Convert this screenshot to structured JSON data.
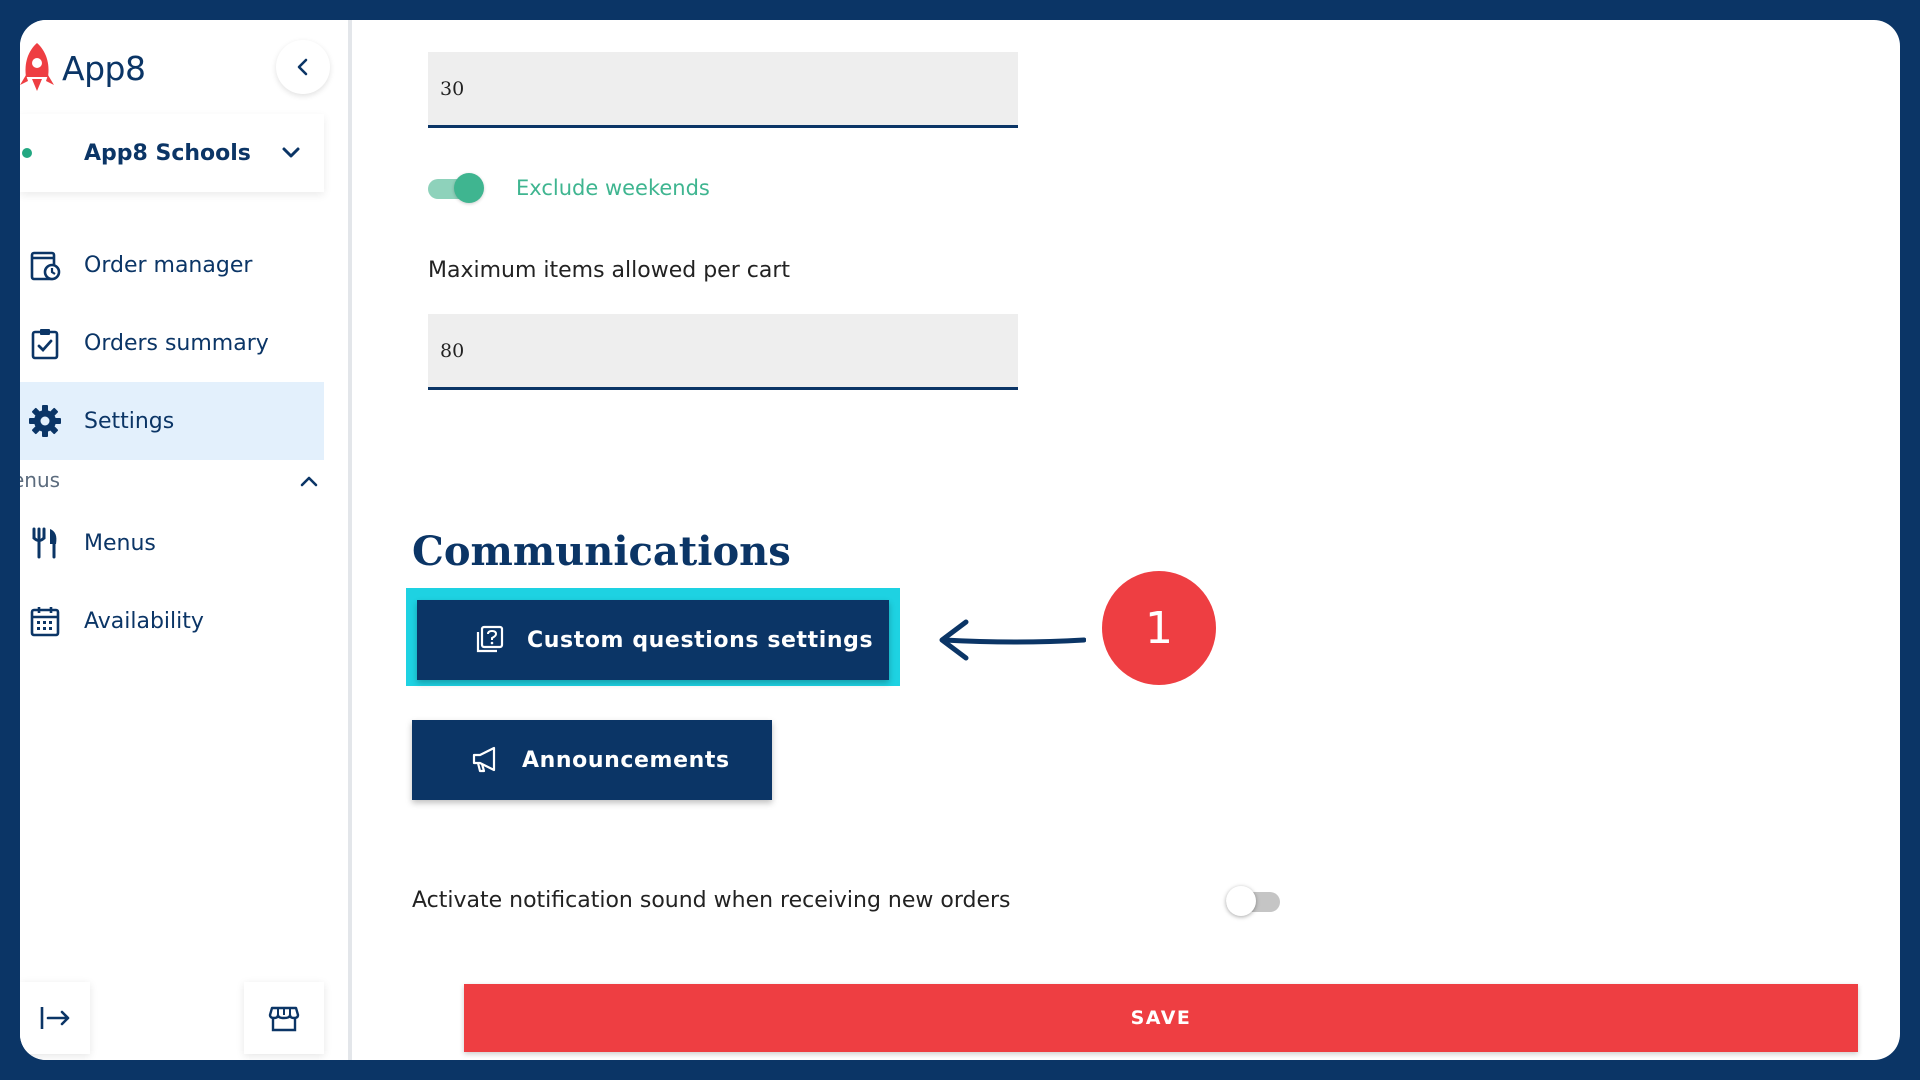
{
  "app": {
    "name": "App8"
  },
  "org": {
    "name": "App8 Schools"
  },
  "sidebar": {
    "items": [
      {
        "label": "Order manager",
        "icon": "order-manager-icon",
        "active": false
      },
      {
        "label": "Orders summary",
        "icon": "clipboard-check-icon",
        "active": false
      },
      {
        "label": "Settings",
        "icon": "gear-icon",
        "active": true
      }
    ],
    "section": {
      "label": "enus",
      "items": [
        {
          "label": "Menus",
          "icon": "cutlery-icon"
        },
        {
          "label": "Availability",
          "icon": "calendar-icon"
        }
      ]
    }
  },
  "settings": {
    "days_value": "30",
    "exclude_weekends": {
      "label": "Exclude weekends",
      "on": true
    },
    "max_items": {
      "label": "Maximum items allowed per cart",
      "value": "80"
    }
  },
  "communications": {
    "title": "Communications",
    "custom_questions_label": "Custom questions settings",
    "announcements_label": "Announcements",
    "notification_sound": {
      "label": "Activate notification sound when receiving new orders",
      "on": false
    }
  },
  "annotation": {
    "step": "1"
  },
  "save_label": "SAVE",
  "colors": {
    "navy": "#0b3566",
    "accent_green": "#3fb590",
    "save_red": "#ee3e42",
    "highlight_cyan": "#1ed2e2",
    "active_bg": "#e3f0fc"
  }
}
